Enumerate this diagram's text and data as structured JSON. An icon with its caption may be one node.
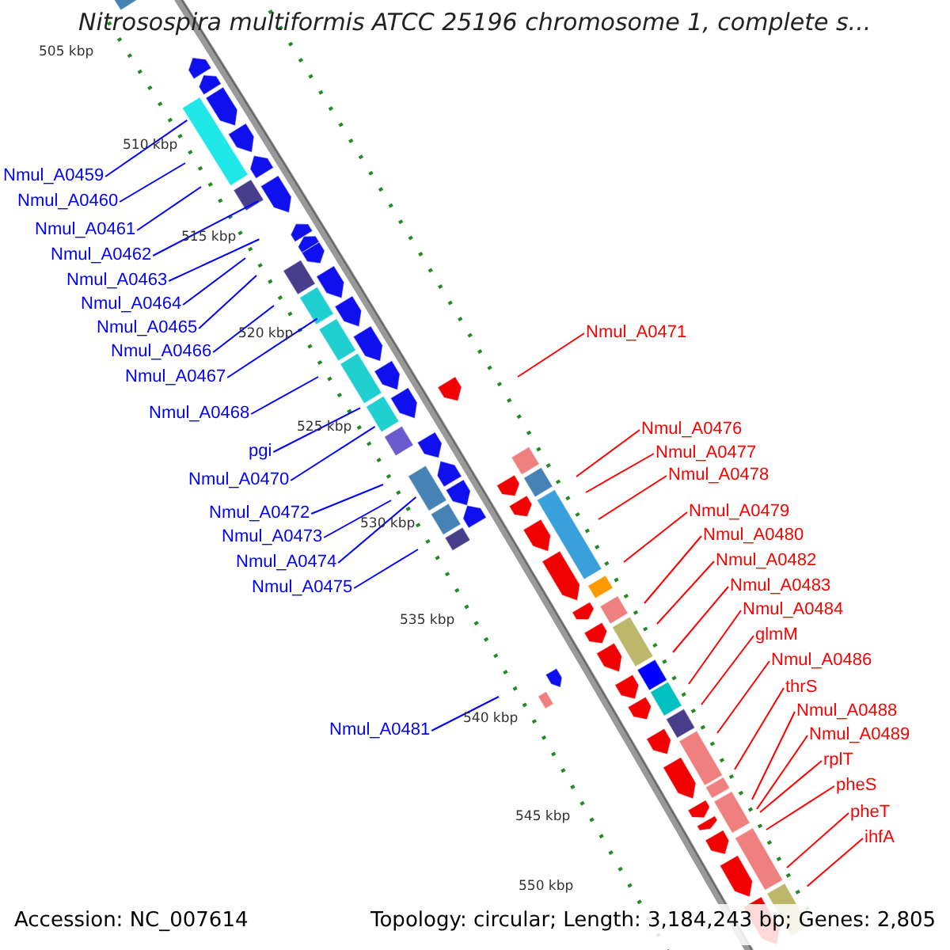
{
  "diagram": {
    "title": "Nitrosospira multiformis ATCC 25196 chromosome 1, complete s...",
    "nodes": [
      {
        "text": [
          "Nmul_A0459"
        ]
      },
      {
        "text": [
          "Nmul_A0460"
        ]
      },
      {
        "text": [
          "Nmul_A0461"
        ]
      },
      {
        "text": [
          "Nmul_A0462"
        ]
      },
      {
        "text": [
          "Nmul_A0463"
        ]
      },
      {
        "text": [
          "Nmul_A0464"
        ]
      },
      {
        "text": [
          "Nmul_A0465"
        ]
      },
      {
        "text": [
          "Nmul_A0466"
        ]
      },
      {
        "text": [
          "Nmul_A0467"
        ]
      },
      {
        "text": [
          "Nmul_A0468"
        ]
      },
      {
        "text": [
          "pgi"
        ]
      },
      {
        "text": [
          "Nmul_A0470"
        ]
      },
      {
        "text": [
          "Nmul_A0472"
        ]
      },
      {
        "text": [
          "Nmul_A0473"
        ]
      },
      {
        "text": [
          "Nmul_A0474"
        ]
      },
      {
        "text": [
          "Nmul_A0475"
        ]
      },
      {
        "text": [
          "Nmul_A0481"
        ]
      },
      {
        "text": [
          "Nmul_A0471"
        ]
      },
      {
        "text": [
          "Nmul_A0476"
        ]
      },
      {
        "text": [
          "Nmul_A0477"
        ]
      },
      {
        "text": [
          "Nmul_A0478"
        ]
      },
      {
        "text": [
          "Nmul_A0479"
        ]
      },
      {
        "text": [
          "Nmul_A0480"
        ]
      },
      {
        "text": [
          "Nmul_A0482"
        ]
      },
      {
        "text": [
          "Nmul_A0483"
        ]
      },
      {
        "text": [
          "Nmul_A0484"
        ]
      },
      {
        "text": [
          "glmM"
        ]
      },
      {
        "text": [
          "Nmul_A0486"
        ]
      },
      {
        "text": [
          "thrS"
        ]
      },
      {
        "text": [
          "Nmul_A0488"
        ]
      },
      {
        "text": [
          "Nmul_A0489"
        ]
      },
      {
        "text": [
          "rplT"
        ]
      },
      {
        "text": [
          "pheS"
        ]
      },
      {
        "text": [
          "pheT"
        ]
      },
      {
        "text": [
          "ihfA"
        ]
      }
    ],
    "edges": [
      {
        "from": 0,
        "to": null,
        "arrow": "none",
        "color": "#0000ff"
      },
      {
        "from": 1,
        "to": null,
        "arrow": "none",
        "color": "#0000ff"
      },
      {
        "from": 2,
        "to": null,
        "arrow": "none",
        "color": "#0000ff"
      },
      {
        "from": 3,
        "to": null,
        "arrow": "none",
        "color": "#0000ff"
      },
      {
        "from": 4,
        "to": null,
        "arrow": "none",
        "color": "#0000ff"
      },
      {
        "from": 5,
        "to": null,
        "arrow": "none",
        "color": "#0000ff"
      },
      {
        "from": 6,
        "to": null,
        "arrow": "none",
        "color": "#0000ff"
      },
      {
        "from": 7,
        "to": null,
        "arrow": "none",
        "color": "#0000ff"
      },
      {
        "from": 8,
        "to": null,
        "arrow": "none",
        "color": "#0000ff"
      },
      {
        "from": 9,
        "to": null,
        "arrow": "none",
        "color": "#0000ff"
      },
      {
        "from": 10,
        "to": null,
        "arrow": "none",
        "color": "#0000ff"
      },
      {
        "from": 11,
        "to": null,
        "arrow": "none",
        "color": "#0000ff"
      },
      {
        "from": 12,
        "to": null,
        "arrow": "none",
        "color": "#0000ff"
      },
      {
        "from": 13,
        "to": null,
        "arrow": "none",
        "color": "#0000ff"
      },
      {
        "from": 14,
        "to": null,
        "arrow": "none",
        "color": "#0000ff"
      },
      {
        "from": 15,
        "to": null,
        "arrow": "none",
        "color": "#0000ff"
      },
      {
        "from": 16,
        "to": null,
        "arrow": "none",
        "color": "#0000ff"
      },
      {
        "from": 17,
        "to": null,
        "arrow": "none",
        "color": "#ff0000"
      },
      {
        "from": 18,
        "to": null,
        "arrow": "none",
        "color": "#ff0000"
      },
      {
        "from": 19,
        "to": null,
        "arrow": "none",
        "color": "#ff0000"
      },
      {
        "from": 20,
        "to": null,
        "arrow": "none",
        "color": "#ff0000"
      },
      {
        "from": 21,
        "to": null,
        "arrow": "none",
        "color": "#ff0000"
      },
      {
        "from": 22,
        "to": null,
        "arrow": "none",
        "color": "#ff0000"
      },
      {
        "from": 23,
        "to": null,
        "arrow": "none",
        "color": "#ff0000"
      },
      {
        "from": 24,
        "to": null,
        "arrow": "none",
        "color": "#ff0000"
      },
      {
        "from": 25,
        "to": null,
        "arrow": "none",
        "color": "#ff0000"
      },
      {
        "from": 26,
        "to": null,
        "arrow": "none",
        "color": "#ff0000"
      },
      {
        "from": 27,
        "to": null,
        "arrow": "none",
        "color": "#ff0000"
      },
      {
        "from": 28,
        "to": null,
        "arrow": "none",
        "color": "#ff0000"
      },
      {
        "from": 29,
        "to": null,
        "arrow": "none",
        "color": "#ff0000"
      },
      {
        "from": 30,
        "to": null,
        "arrow": "none",
        "color": "#ff0000"
      },
      {
        "from": 31,
        "to": null,
        "arrow": "none",
        "color": "#ff0000"
      },
      {
        "from": 32,
        "to": null,
        "arrow": "none",
        "color": "#ff0000"
      },
      {
        "from": 33,
        "to": null,
        "arrow": "none",
        "color": "#ff0000"
      },
      {
        "from": 34,
        "to": null,
        "arrow": "none",
        "color": "#ff0000"
      }
    ],
    "labels": [
      "505 kbp",
      "510 kbp",
      "515 kbp",
      "520 kbp",
      "525 kbp",
      "530 kbp",
      "535 kbp",
      "540 kbp",
      "545 kbp",
      "550 kbp",
      "Accession: NC_007614",
      "Topology: circular; Length: 3,184,243 bp; Genes: 2,805"
    ]
  }
}
